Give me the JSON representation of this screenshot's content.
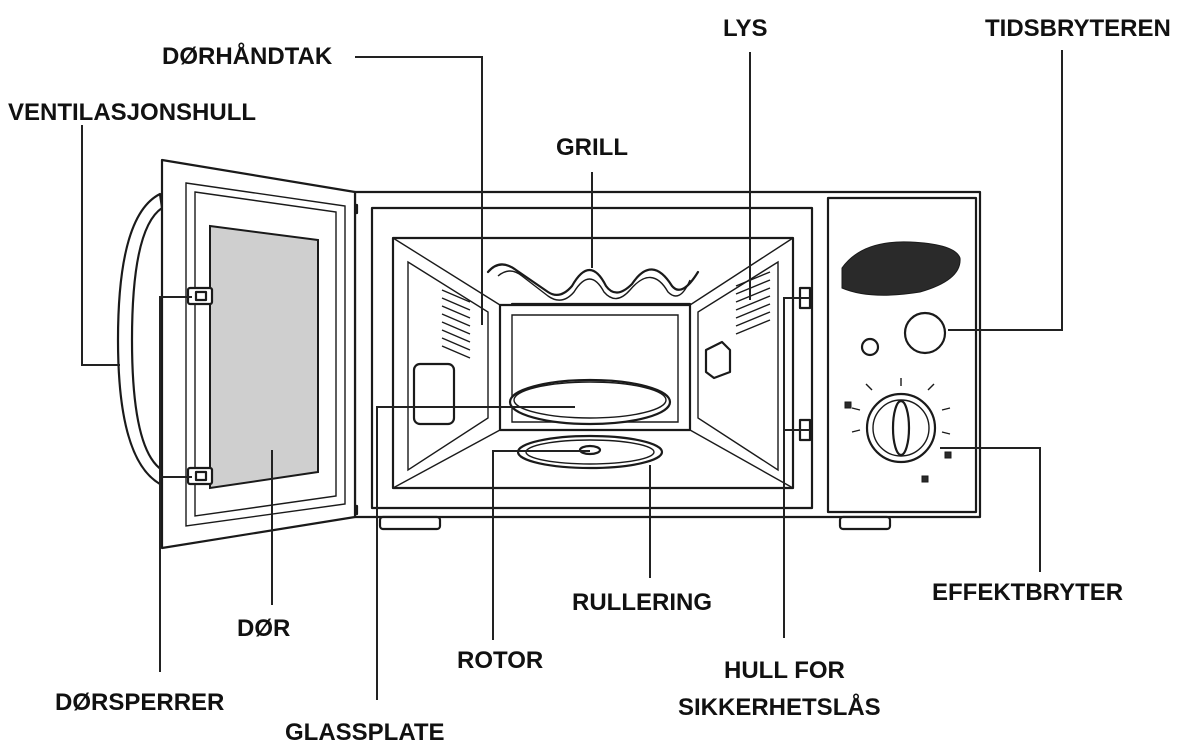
{
  "labels": {
    "ventilation_holes": "VENTILASJONSHULL",
    "door_handle": "DØRHÅNDTAK",
    "grill": "GRILL",
    "light": "LYS",
    "timer": "TIDSBRYTEREN",
    "door": "DØR",
    "door_latch": "DØRSPERRER",
    "glass_plate": "GLASSPLATE",
    "rotor": "ROTOR",
    "roller_ring": "RULLERING",
    "safety_lock_holes_line1": "HULL FOR",
    "safety_lock_holes_line2": "SIKKERHETSLÅS",
    "power_switch": "EFFEKTBRYTER"
  },
  "colors": {
    "outline": "#1a1a1a",
    "glass_tint": "#cfcfcf",
    "display_window": "#2a2a2a",
    "background": "#ffffff"
  }
}
